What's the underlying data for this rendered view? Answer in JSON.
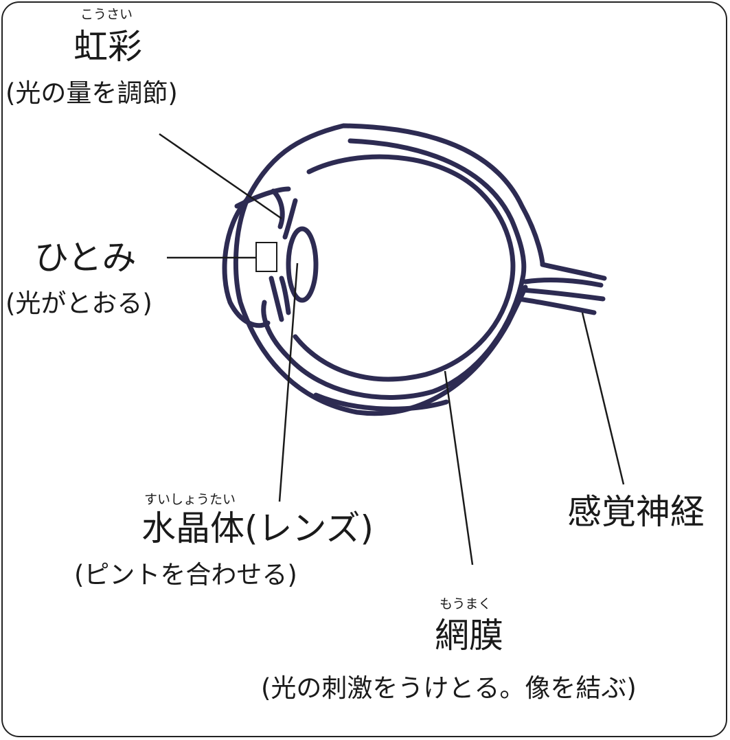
{
  "colors": {
    "eye_outline": "#2d2b52",
    "leader_line": "#1a1a1a",
    "text": "#1a1a1a",
    "frame": "#222222"
  },
  "labels": {
    "iris": {
      "ruby": "こうさい",
      "name": "虹彩",
      "desc": "(光の量を調節)"
    },
    "pupil": {
      "name": "ひとみ",
      "desc": "(光がとおる)"
    },
    "lens": {
      "ruby": "すいしょうたい",
      "name": "水晶体(レンズ)",
      "desc": "(ピントを合わせる)"
    },
    "retina": {
      "ruby": "もうまく",
      "name": "網膜",
      "desc": "(光の刺激をうけとる。像を結ぶ)"
    },
    "optic_nerve": {
      "name": "感覚神経"
    }
  }
}
